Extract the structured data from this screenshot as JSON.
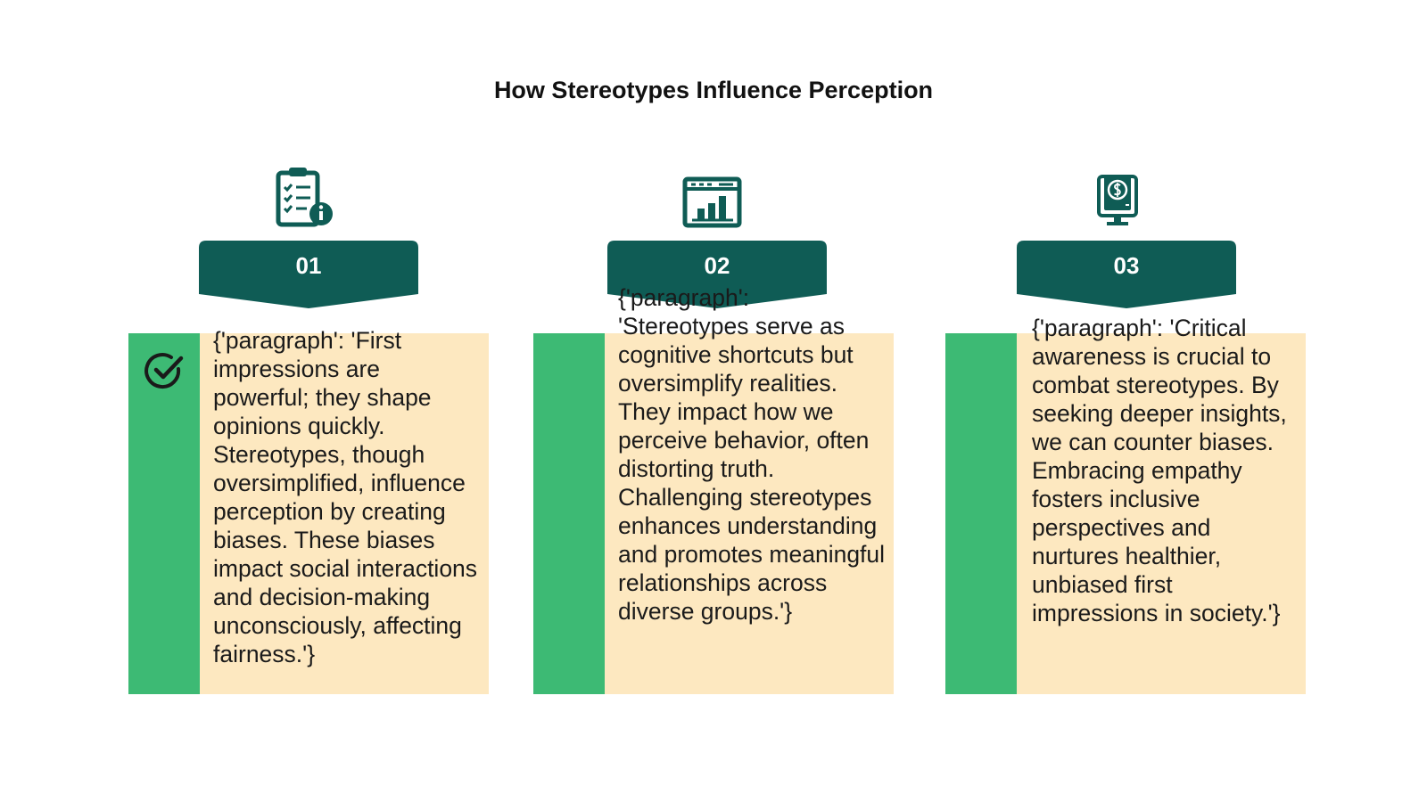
{
  "title": "How Stereotypes Influence Perception",
  "colors": {
    "badge": "#0f5c55",
    "badge_shadow": "#0a4640",
    "green_bar": "#3dba74",
    "text_panel": "#fde8c0",
    "icon": "#0f5c55"
  },
  "cards": [
    {
      "number": "01",
      "icon": "clipboard-checklist-info-icon",
      "bar_icon": "check-circle-icon",
      "text": "{'paragraph': 'First impressions are powerful; they shape opinions quickly. Stereotypes, though oversimplified, influence perception by creating biases. These biases impact social interactions and decision-making unconsciously, affecting fairness.'}"
    },
    {
      "number": "02",
      "icon": "browser-bar-chart-icon",
      "text": "{'paragraph': 'Stereotypes serve as cognitive shortcuts but oversimplify realities. They impact how we perceive behavior, often distorting truth. Challenging stereotypes enhances understanding and promotes meaningful relationships across diverse groups.'}"
    },
    {
      "number": "03",
      "icon": "monitor-dollar-icon",
      "text": "{'paragraph': 'Critical awareness is crucial to combat stereotypes. By seeking deeper insights, we can counter biases. Embracing empathy fosters inclusive perspectives and nurtures healthier, unbiased first impressions in society.'}"
    }
  ]
}
